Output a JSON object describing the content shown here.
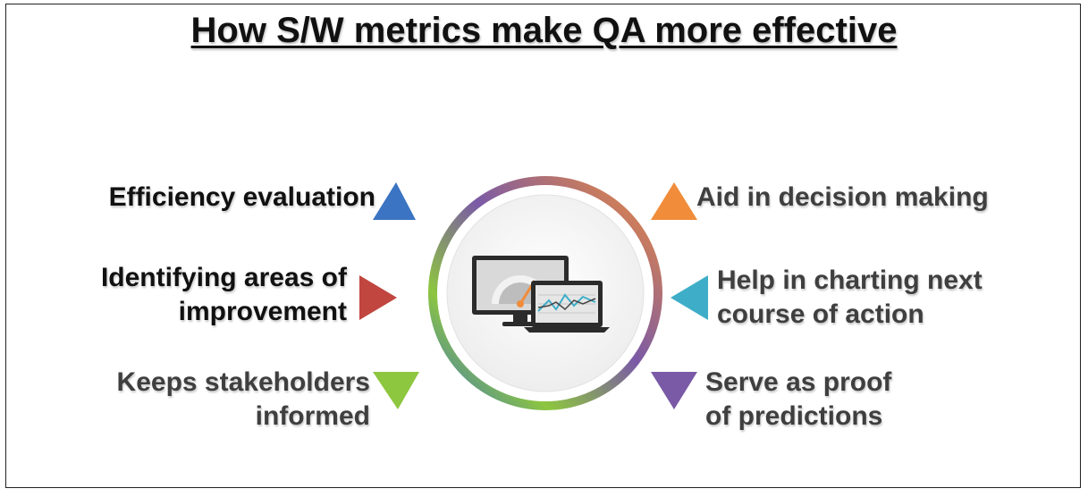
{
  "title": "How S/W metrics make QA more effective",
  "left_items": [
    {
      "lines": [
        "Efficiency evaluation"
      ],
      "color": "#3b74c2",
      "direction": "up"
    },
    {
      "lines": [
        "Identifying areas of",
        "improvement"
      ],
      "color": "#c0463f",
      "direction": "right"
    },
    {
      "lines": [
        "Keeps stakeholders",
        "informed"
      ],
      "color": "#8dc63f",
      "direction": "down"
    }
  ],
  "right_items": [
    {
      "lines": [
        "Aid in decision making"
      ],
      "color": "#f08c3a",
      "direction": "up"
    },
    {
      "lines": [
        "Help in charting next",
        "course of action"
      ],
      "color": "#3eaec8",
      "direction": "left"
    },
    {
      "lines": [
        "Serve as proof",
        "of predictions"
      ],
      "color": "#7a5aa6",
      "direction": "down"
    }
  ],
  "center_icon": "computer-monitor-with-gauge-and-laptop-with-chart-icon",
  "ring_colors": [
    "#f08c3a",
    "#7a5aa6",
    "#8dc63f",
    "#3b74c2"
  ]
}
